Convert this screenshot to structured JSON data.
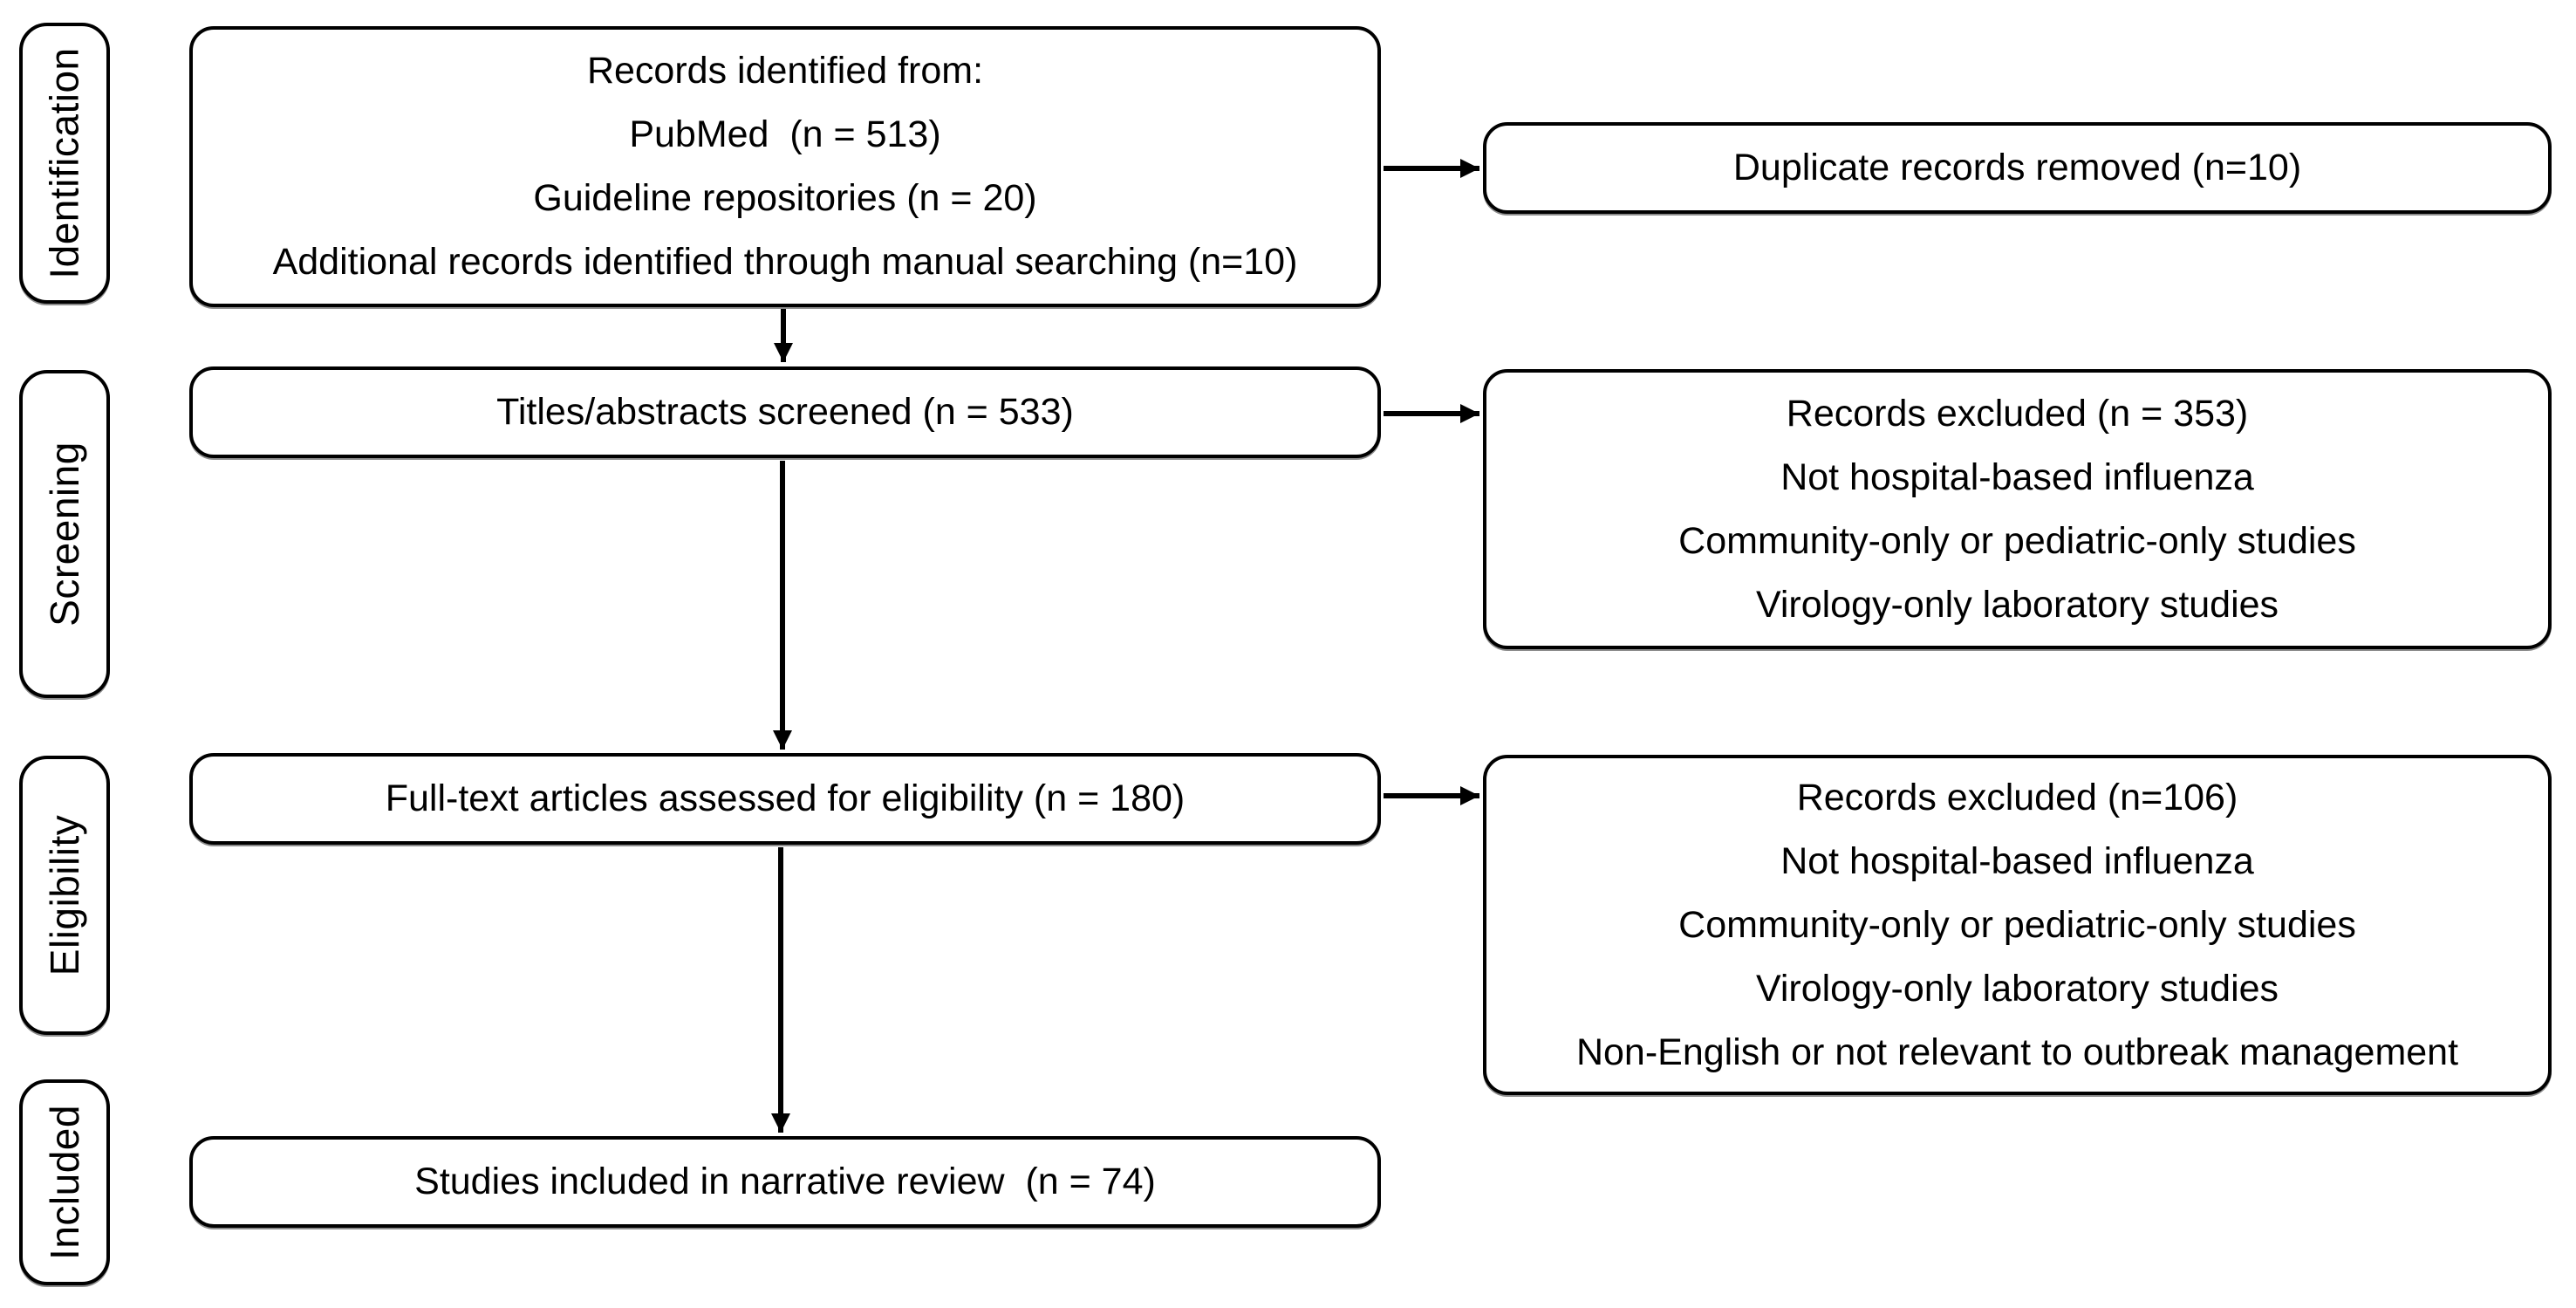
{
  "stages": [
    {
      "label": "Identification"
    },
    {
      "label": "Screening"
    },
    {
      "label": "Eligibility"
    },
    {
      "label": "Included"
    }
  ],
  "main": {
    "identified": {
      "lines": [
        "Records identified from:",
        "PubMed  (n = 513)",
        "Guideline repositories (n = 20)",
        "Additional records identified through manual searching (n=10)"
      ]
    },
    "screened": {
      "text": "Titles/abstracts screened (n = 533)"
    },
    "fulltext": {
      "text": "Full-text articles assessed for eligibility (n = 180)"
    },
    "included": {
      "text": "Studies included in narrative review  (n = 74)"
    }
  },
  "right": {
    "duplicates": {
      "text": "Duplicate records removed (n=10)"
    },
    "screening_excluded": {
      "lines": [
        "Records excluded (n = 353)",
        "Not hospital-based influenza",
        "Community-only or pediatric-only studies",
        "Virology-only laboratory studies"
      ]
    },
    "eligibility_excluded": {
      "lines": [
        "Records excluded (n=106)",
        "Not hospital-based influenza",
        "Community-only or pediatric-only studies",
        "Virology-only laboratory studies",
        "Non-English or not relevant to outbreak management"
      ]
    }
  },
  "colors": {
    "border": "#000000",
    "background": "#ffffff",
    "text": "#000000"
  }
}
